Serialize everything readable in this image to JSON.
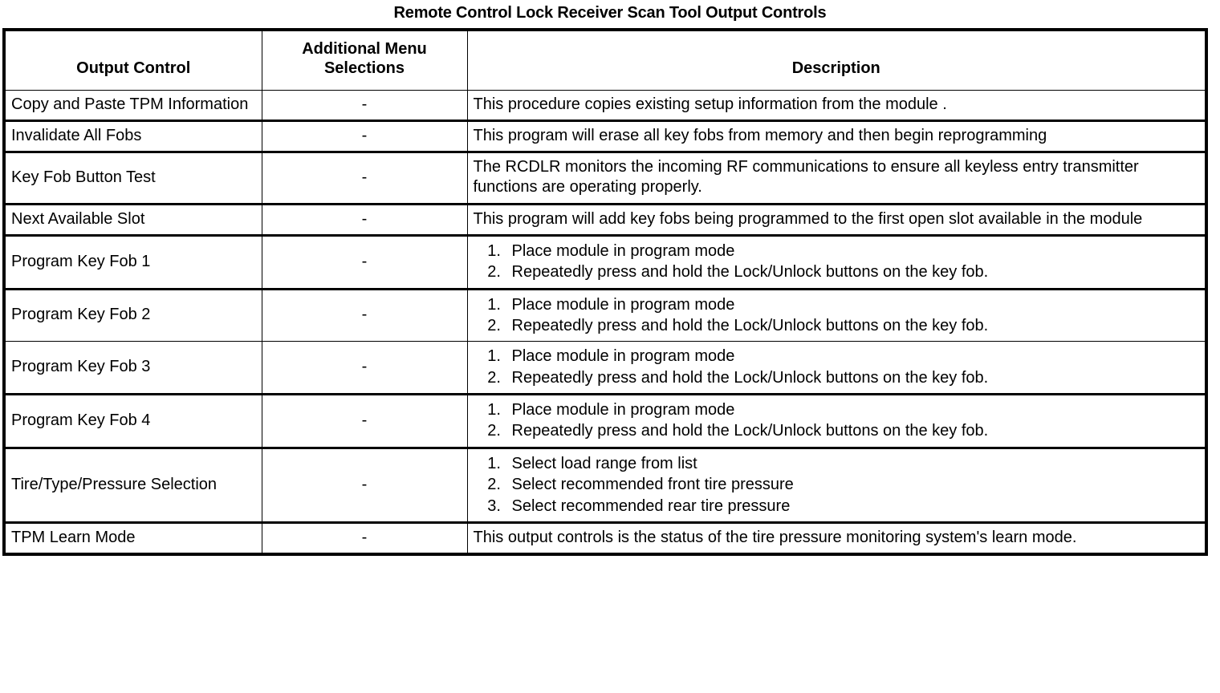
{
  "document": {
    "title": "Remote Control Lock Receiver Scan Tool Output Controls"
  },
  "table": {
    "headers": {
      "output_control": "Output Control",
      "additional_menu_selections": "Additional Menu Selections",
      "description": "Description"
    },
    "rows": [
      {
        "output_control": "Copy and Paste TPM Information",
        "additional_menu_selections": "-",
        "description_type": "paragraph",
        "description": "This procedure copies existing setup information from the module ."
      },
      {
        "output_control": "Invalidate All Fobs",
        "additional_menu_selections": "-",
        "description_type": "paragraph",
        "description": "This program will erase all key fobs from memory and then begin reprogramming"
      },
      {
        "output_control": "Key Fob Button Test",
        "additional_menu_selections": "-",
        "description_type": "paragraph",
        "description": "The RCDLR monitors the incoming RF communications to ensure all keyless entry transmitter functions are operating properly."
      },
      {
        "output_control": "Next Available Slot",
        "additional_menu_selections": "-",
        "description_type": "paragraph",
        "description": "This program will add key fobs being programmed to the first open slot available in the module"
      },
      {
        "output_control": "Program Key Fob 1",
        "additional_menu_selections": "-",
        "description_type": "list",
        "description_steps": [
          "Place module in program mode",
          "Repeatedly press and hold the Lock/Unlock buttons on the key fob."
        ]
      },
      {
        "output_control": "Program Key Fob 2",
        "additional_menu_selections": "-",
        "description_type": "list",
        "description_steps": [
          "Place module in program mode",
          "Repeatedly press and hold the Lock/Unlock buttons on the key fob."
        ]
      },
      {
        "output_control": "Program Key Fob 3",
        "additional_menu_selections": "-",
        "description_type": "list",
        "description_steps": [
          "Place module in program mode",
          "Repeatedly press and hold the Lock/Unlock buttons on the key fob."
        ]
      },
      {
        "output_control": "Program Key Fob 4",
        "additional_menu_selections": "-",
        "description_type": "list",
        "description_steps": [
          "Place module in program mode",
          "Repeatedly press and hold the Lock/Unlock buttons on the key fob."
        ]
      },
      {
        "output_control": "Tire/Type/Pressure Selection",
        "additional_menu_selections": "-",
        "description_type": "list",
        "description_steps": [
          "Select load range from list",
          "Select recommended front tire pressure",
          "Select recommended rear tire pressure"
        ]
      },
      {
        "output_control": "TPM Learn Mode",
        "additional_menu_selections": "-",
        "description_type": "paragraph",
        "description": "This output controls is the status of the tire pressure monitoring system's learn mode."
      }
    ]
  },
  "style": {
    "text_color": "#000000",
    "background_color": "#ffffff",
    "border_color": "#000000"
  }
}
